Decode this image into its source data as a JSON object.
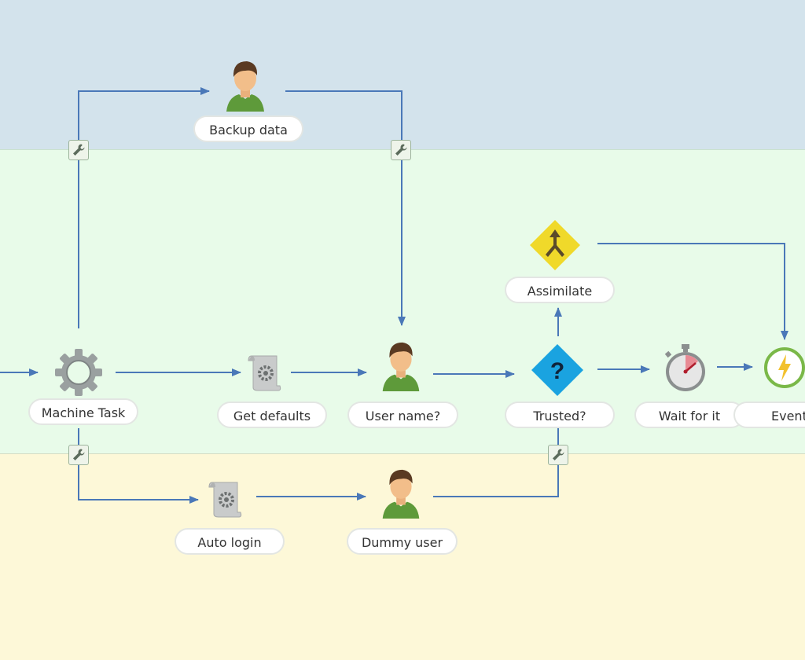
{
  "diagram": {
    "nodes": {
      "backup_data": "Backup data",
      "machine_task": "Machine Task",
      "get_defaults": "Get defaults",
      "user_name": "User name?",
      "trusted": "Trusted?",
      "assimilate": "Assimilate",
      "wait_for_it": "Wait for it",
      "event": "Event",
      "auto_login": "Auto login",
      "dummy_user": "Dummy user"
    },
    "colors": {
      "lane_top": "#d3e3ec",
      "lane_middle": "#e8fbe9",
      "lane_bottom": "#fdf8d8",
      "edge": "#4a78b8",
      "decision_blue": "#1aa3e0",
      "merge_yellow": "#f0d92a",
      "event_green": "#7ab848"
    },
    "icons": [
      "user-icon",
      "gear-icon",
      "script-icon",
      "question-diamond-icon",
      "merge-diamond-icon",
      "stopwatch-icon",
      "lightning-event-icon",
      "wrench-icon"
    ]
  }
}
